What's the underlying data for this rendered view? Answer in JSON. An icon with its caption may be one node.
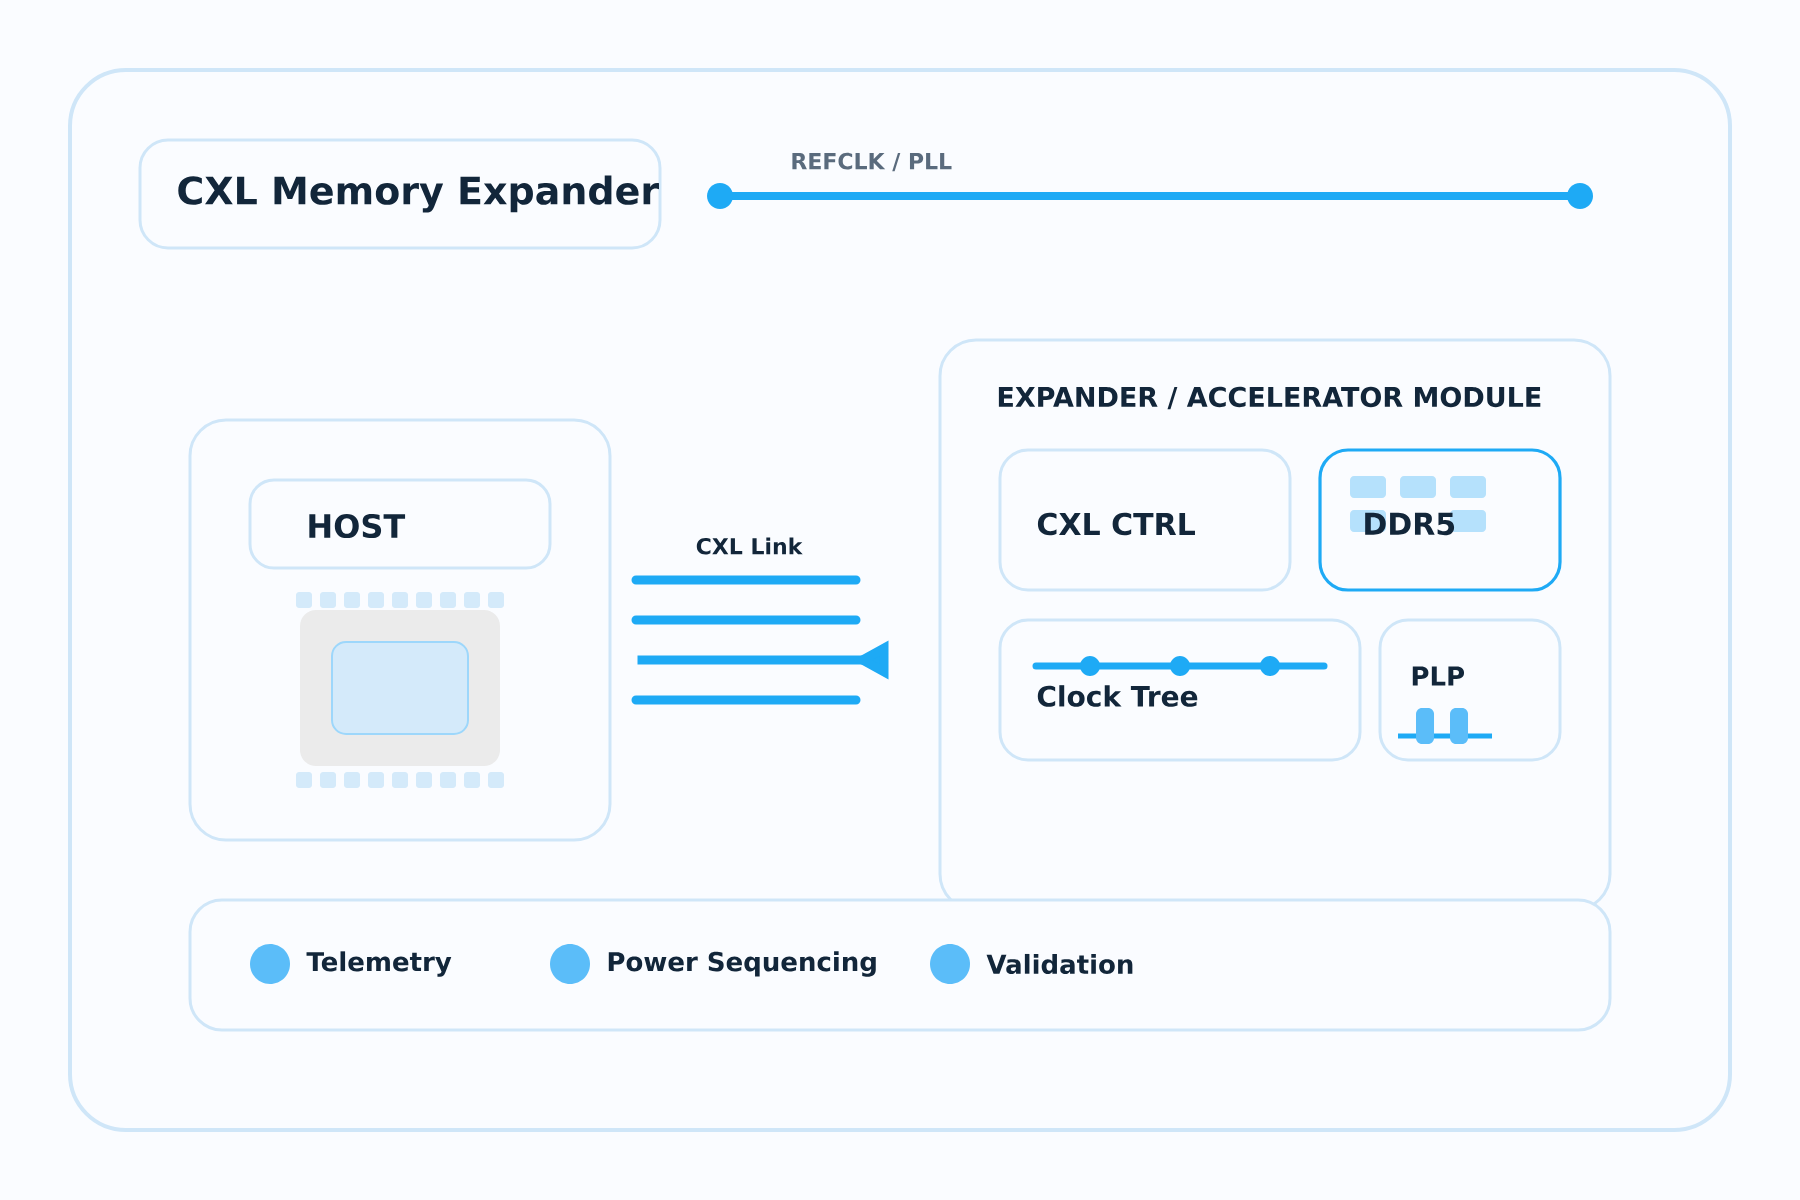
{
  "diagram": {
    "nodes": [
      {
        "text": [
          "CXL Memory Expander"
        ]
      },
      {
        "text": [],
        "shape": "box"
      },
      {
        "text": [
          "HOST"
        ],
        "in": 1
      },
      {
        "text": [
          "EXPANDER / ACCELERATOR MODULE"
        ]
      },
      {
        "text": [
          "CXL CTRL"
        ],
        "in": 3
      },
      {
        "text": [
          "DDR5"
        ],
        "in": 3
      },
      {
        "text": [
          "Clock Tree"
        ],
        "in": 3
      },
      {
        "text": [
          "PLP"
        ],
        "in": 3
      },
      {
        "text": [
          "Telemetry",
          "Power Sequencing",
          "Validation"
        ]
      }
    ],
    "edges": [
      {
        "from": 3,
        "to": 1,
        "arrow": "to",
        "label": "CXL Link"
      }
    ],
    "labels": [
      "REFCLK / PLL"
    ]
  }
}
